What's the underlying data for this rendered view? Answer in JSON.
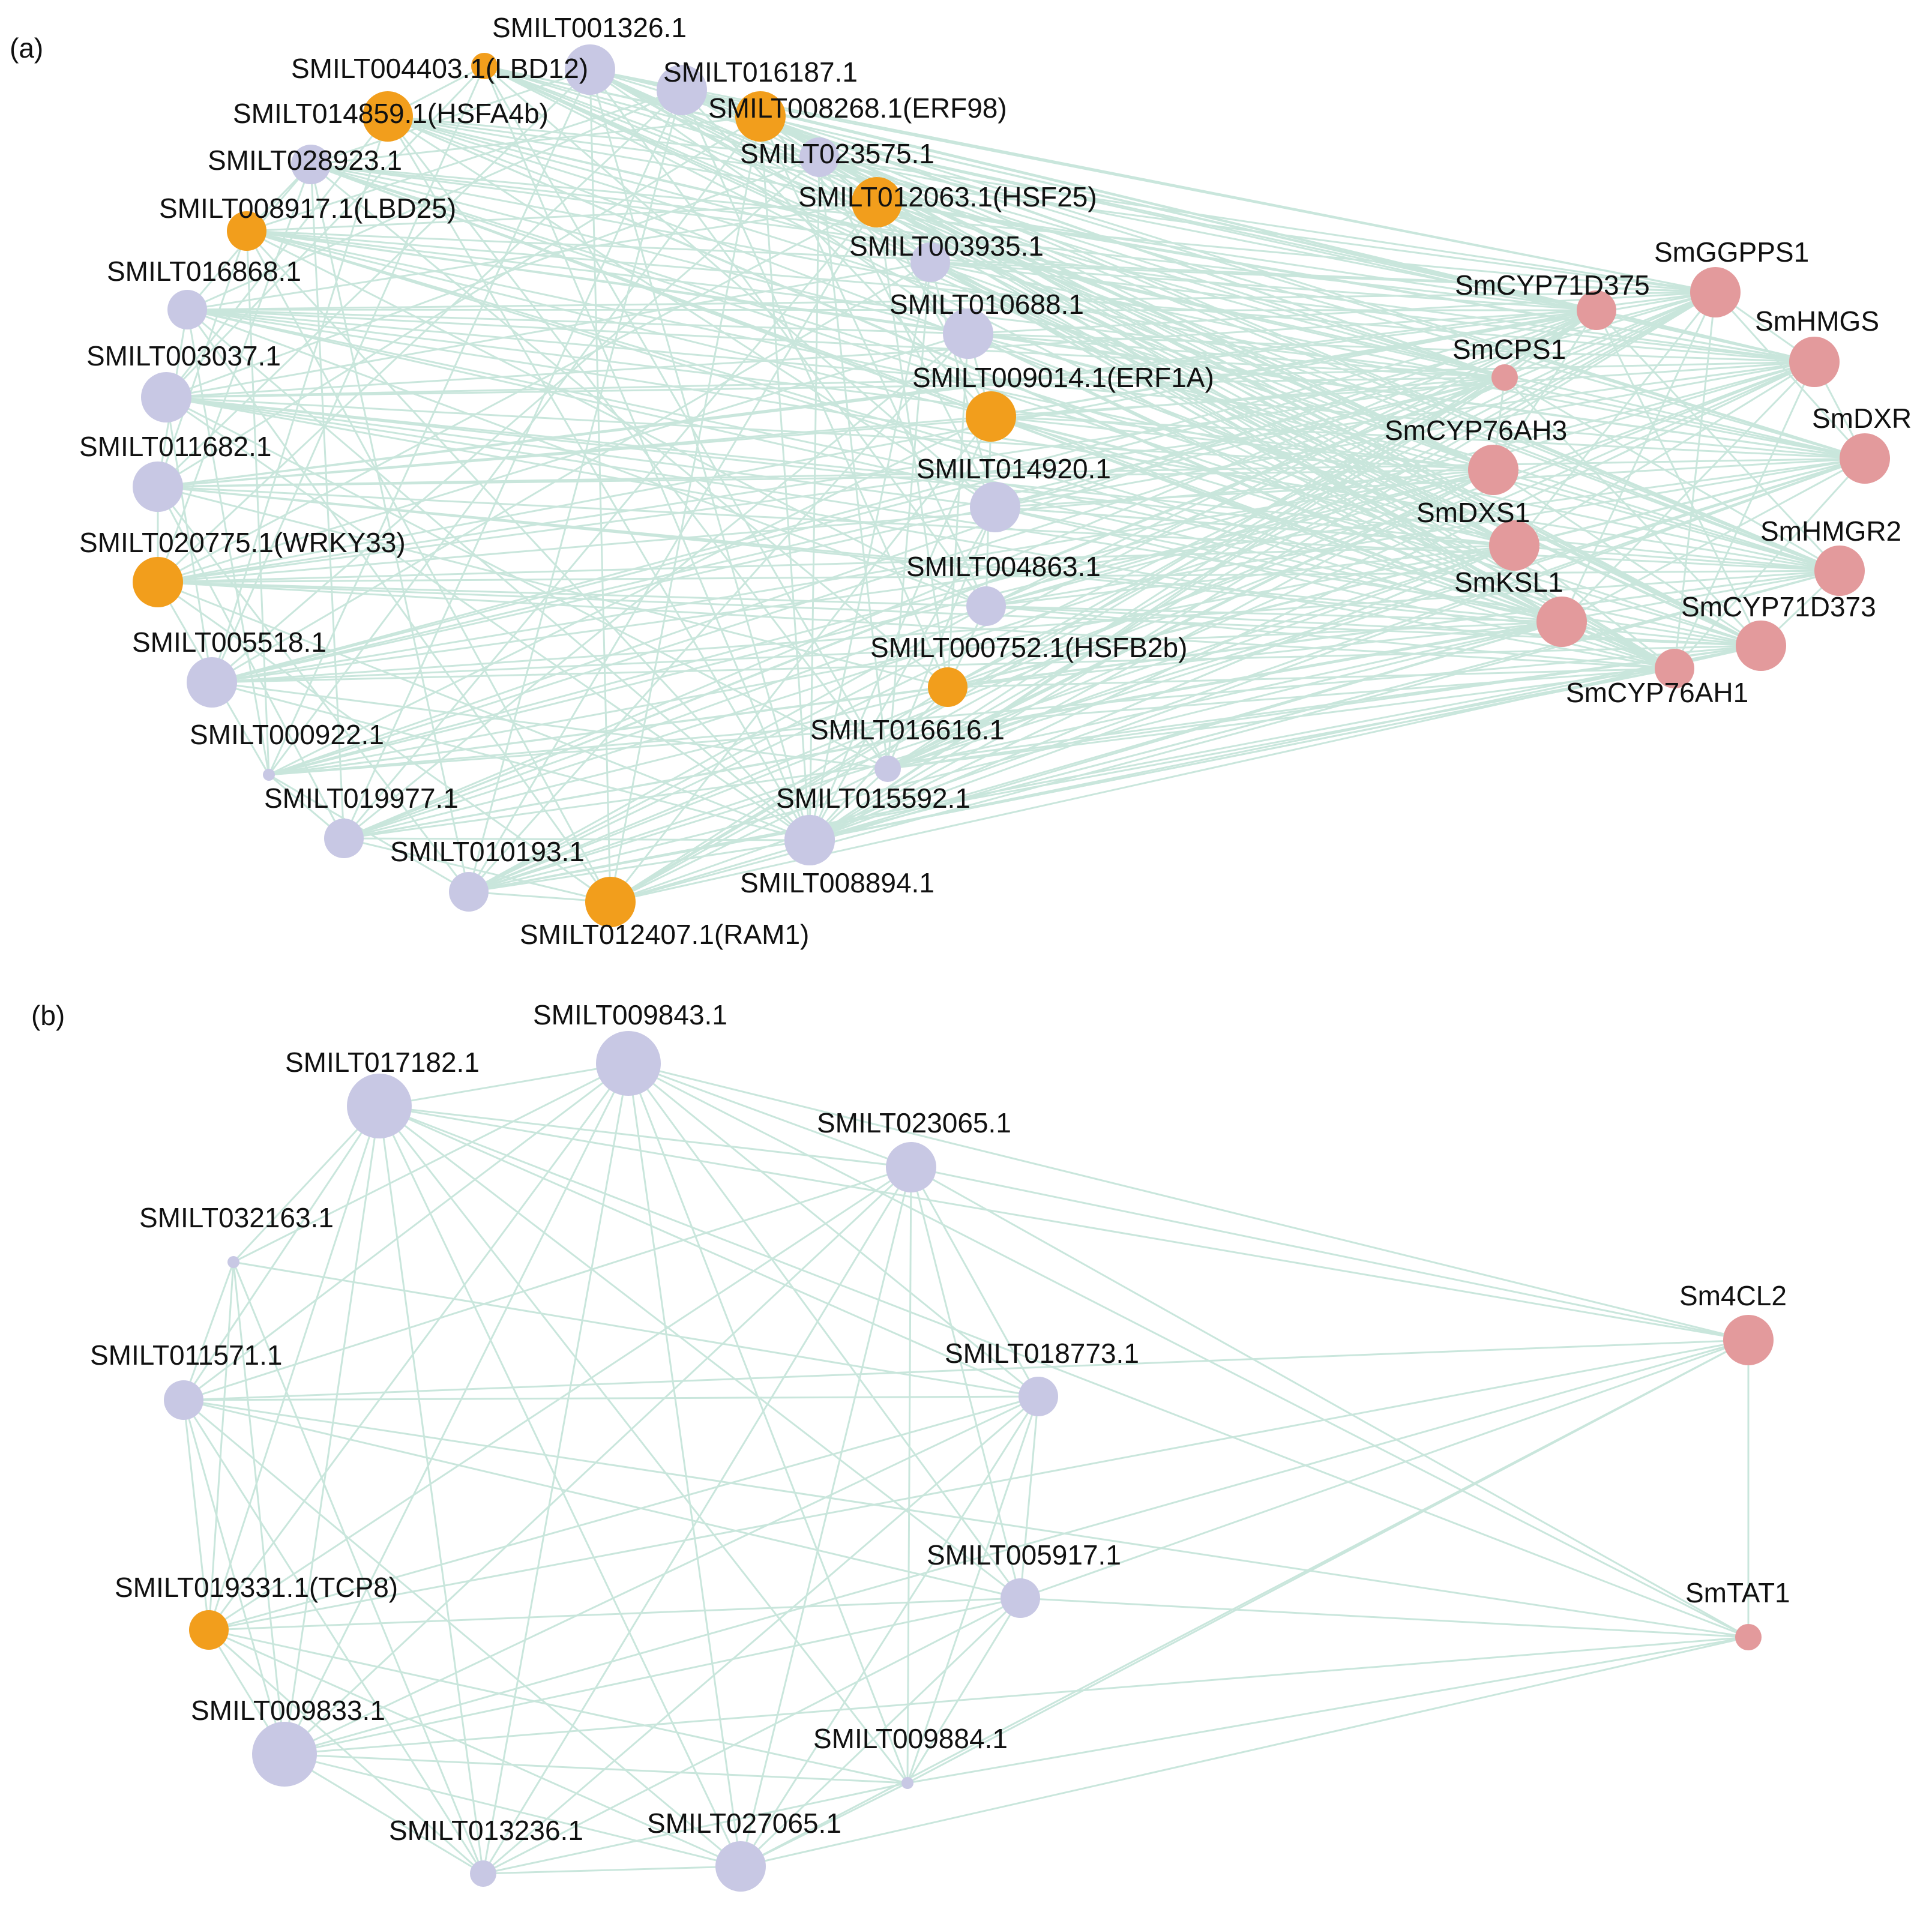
{
  "colors": {
    "edge": "#c9e6dc",
    "regulator": "#c8c8e4",
    "transcription_factor": "#f29e1c",
    "pathway_gene": "#e39a9c"
  },
  "panels": [
    {
      "id": "a",
      "label": "(a)",
      "nodes": [
        {
          "id": "SMILT004403.1",
          "label": "SMILT004403.1(LBD12)",
          "kind": "transcription_factor",
          "degree": "small"
        },
        {
          "id": "SMILT001326.1",
          "label": "SMILT001326.1",
          "kind": "regulator",
          "degree": "large"
        },
        {
          "id": "SMILT016187.1",
          "label": "SMILT016187.1",
          "kind": "regulator",
          "degree": "large"
        },
        {
          "id": "SMILT014859.1",
          "label": "SMILT014859.1(HSFA4b)",
          "kind": "transcription_factor",
          "degree": "large"
        },
        {
          "id": "SMILT008268.1",
          "label": "SMILT008268.1(ERF98)",
          "kind": "transcription_factor",
          "degree": "large"
        },
        {
          "id": "SMILT028923.1",
          "label": "SMILT028923.1",
          "kind": "regulator",
          "degree": "medium"
        },
        {
          "id": "SMILT023575.1",
          "label": "SMILT023575.1",
          "kind": "regulator",
          "degree": "medium"
        },
        {
          "id": "SMILT008917.1",
          "label": "SMILT008917.1(LBD25)",
          "kind": "transcription_factor",
          "degree": "medium"
        },
        {
          "id": "SMILT012063.1",
          "label": "SMILT012063.1(HSF25)",
          "kind": "transcription_factor",
          "degree": "large"
        },
        {
          "id": "SMILT003935.1",
          "label": "SMILT003935.1",
          "kind": "regulator",
          "degree": "medium"
        },
        {
          "id": "SMILT016868.1",
          "label": "SMILT016868.1",
          "kind": "regulator",
          "degree": "medium"
        },
        {
          "id": "SMILT010688.1",
          "label": "SMILT010688.1",
          "kind": "regulator",
          "degree": "large"
        },
        {
          "id": "SMILT003037.1",
          "label": "SMILT003037.1",
          "kind": "regulator",
          "degree": "large"
        },
        {
          "id": "SMILT009014.1",
          "label": "SMILT009014.1(ERF1A)",
          "kind": "transcription_factor",
          "degree": "large"
        },
        {
          "id": "SMILT011682.1",
          "label": "SMILT011682.1",
          "kind": "regulator",
          "degree": "large"
        },
        {
          "id": "SMILT014920.1",
          "label": "SMILT014920.1",
          "kind": "regulator",
          "degree": "large"
        },
        {
          "id": "SMILT020775.1",
          "label": "SMILT020775.1(WRKY33)",
          "kind": "transcription_factor",
          "degree": "large"
        },
        {
          "id": "SMILT004863.1",
          "label": "SMILT004863.1",
          "kind": "regulator",
          "degree": "medium"
        },
        {
          "id": "SMILT005518.1",
          "label": "SMILT005518.1",
          "kind": "regulator",
          "degree": "large"
        },
        {
          "id": "SMILT000752.1",
          "label": "SMILT000752.1(HSFB2b)",
          "kind": "transcription_factor",
          "degree": "medium"
        },
        {
          "id": "SMILT000922.1",
          "label": "SMILT000922.1",
          "kind": "regulator",
          "degree": "tiny"
        },
        {
          "id": "SMILT016616.1",
          "label": "SMILT016616.1",
          "kind": "regulator",
          "degree": "small"
        },
        {
          "id": "SMILT019977.1",
          "label": "SMILT019977.1",
          "kind": "regulator",
          "degree": "medium"
        },
        {
          "id": "SMILT015592.1",
          "label": "SMILT015592.1",
          "kind": "regulator",
          "degree": "large"
        },
        {
          "id": "SMILT008894.1",
          "label": "SMILT008894.1",
          "kind": "regulator",
          "degree": "large"
        },
        {
          "id": "SMILT010193.1",
          "label": "SMILT010193.1",
          "kind": "regulator",
          "degree": "medium"
        },
        {
          "id": "SMILT012407.1",
          "label": "SMILT012407.1(RAM1)",
          "kind": "transcription_factor",
          "degree": "large"
        },
        {
          "id": "SmGGPPS1",
          "label": "SmGGPPS1",
          "kind": "pathway_gene",
          "degree": "large"
        },
        {
          "id": "SmCYP71D375",
          "label": "SmCYP71D375",
          "kind": "pathway_gene",
          "degree": "medium"
        },
        {
          "id": "SmHMGS",
          "label": "SmHMGS",
          "kind": "pathway_gene",
          "degree": "large"
        },
        {
          "id": "SmCPS1",
          "label": "SmCPS1",
          "kind": "pathway_gene",
          "degree": "small"
        },
        {
          "id": "SmDXR",
          "label": "SmDXR",
          "kind": "pathway_gene",
          "degree": "large"
        },
        {
          "id": "SmCYP76AH3",
          "label": "SmCYP76AH3",
          "kind": "pathway_gene",
          "degree": "large"
        },
        {
          "id": "SmDXS1",
          "label": "SmDXS1",
          "kind": "pathway_gene",
          "degree": "large"
        },
        {
          "id": "SmHMGR2",
          "label": "SmHMGR2",
          "kind": "pathway_gene",
          "degree": "large"
        },
        {
          "id": "SmKSL1",
          "label": "SmKSL1",
          "kind": "pathway_gene",
          "degree": "large"
        },
        {
          "id": "SmCYP71D373",
          "label": "SmCYP71D373",
          "kind": "pathway_gene",
          "degree": "large"
        },
        {
          "id": "SmCYP76AH1",
          "label": "SmCYP76AH1",
          "kind": "pathway_gene",
          "degree": "medium"
        }
      ]
    },
    {
      "id": "b",
      "label": "(b)",
      "nodes": [
        {
          "id": "SMILT009843.1",
          "label": "SMILT009843.1",
          "kind": "regulator",
          "degree": "xlarge"
        },
        {
          "id": "SMILT017182.1",
          "label": "SMILT017182.1",
          "kind": "regulator",
          "degree": "xlarge"
        },
        {
          "id": "SMILT023065.1",
          "label": "SMILT023065.1",
          "kind": "regulator",
          "degree": "large"
        },
        {
          "id": "SMILT032163.1",
          "label": "SMILT032163.1",
          "kind": "regulator",
          "degree": "tiny"
        },
        {
          "id": "Sm4CL2",
          "label": "Sm4CL2",
          "kind": "pathway_gene",
          "degree": "large"
        },
        {
          "id": "SMILT011571.1",
          "label": "SMILT011571.1",
          "kind": "regulator",
          "degree": "medium"
        },
        {
          "id": "SMILT018773.1",
          "label": "SMILT018773.1",
          "kind": "regulator",
          "degree": "medium"
        },
        {
          "id": "SMILT005917.1",
          "label": "SMILT005917.1",
          "kind": "regulator",
          "degree": "medium"
        },
        {
          "id": "SmTAT1",
          "label": "SmTAT1",
          "kind": "pathway_gene",
          "degree": "small"
        },
        {
          "id": "SMILT019331.1",
          "label": "SMILT019331.1(TCP8)",
          "kind": "transcription_factor",
          "degree": "medium"
        },
        {
          "id": "SMILT009833.1",
          "label": "SMILT009833.1",
          "kind": "regulator",
          "degree": "xlarge"
        },
        {
          "id": "SMILT009884.1",
          "label": "SMILT009884.1",
          "kind": "regulator",
          "degree": "tiny"
        },
        {
          "id": "SMILT013236.1",
          "label": "SMILT013236.1",
          "kind": "regulator",
          "degree": "small"
        },
        {
          "id": "SMILT027065.1",
          "label": "SMILT027065.1",
          "kind": "regulator",
          "degree": "large"
        }
      ],
      "edges": [
        [
          "SMILT017182.1",
          "SMILT009843.1"
        ],
        [
          "SMILT017182.1",
          "SMILT023065.1"
        ],
        [
          "SMILT017182.1",
          "Sm4CL2"
        ],
        [
          "SMILT017182.1",
          "SMILT018773.1"
        ],
        [
          "SMILT017182.1",
          "SMILT005917.1"
        ],
        [
          "SMILT017182.1",
          "SmTAT1"
        ],
        [
          "SMILT017182.1",
          "SMILT011571.1"
        ],
        [
          "SMILT017182.1",
          "SMILT032163.1"
        ],
        [
          "SMILT017182.1",
          "SMILT019331.1"
        ],
        [
          "SMILT017182.1",
          "SMILT009833.1"
        ],
        [
          "SMILT017182.1",
          "SMILT009884.1"
        ],
        [
          "SMILT017182.1",
          "SMILT013236.1"
        ],
        [
          "SMILT017182.1",
          "SMILT027065.1"
        ],
        [
          "SMILT009843.1",
          "SMILT023065.1"
        ],
        [
          "SMILT009843.1",
          "Sm4CL2"
        ],
        [
          "SMILT009843.1",
          "SMILT018773.1"
        ],
        [
          "SMILT009843.1",
          "SMILT005917.1"
        ],
        [
          "SMILT009843.1",
          "SmTAT1"
        ],
        [
          "SMILT009843.1",
          "SMILT011571.1"
        ],
        [
          "SMILT009843.1",
          "SMILT032163.1"
        ],
        [
          "SMILT009843.1",
          "SMILT019331.1"
        ],
        [
          "SMILT009843.1",
          "SMILT009833.1"
        ],
        [
          "SMILT009843.1",
          "SMILT009884.1"
        ],
        [
          "SMILT009843.1",
          "SMILT013236.1"
        ],
        [
          "SMILT009843.1",
          "SMILT027065.1"
        ],
        [
          "SMILT023065.1",
          "Sm4CL2"
        ],
        [
          "SMILT023065.1",
          "SMILT018773.1"
        ],
        [
          "SMILT023065.1",
          "SMILT005917.1"
        ],
        [
          "SMILT023065.1",
          "SmTAT1"
        ],
        [
          "SMILT023065.1",
          "SMILT011571.1"
        ],
        [
          "SMILT023065.1",
          "SMILT019331.1"
        ],
        [
          "SMILT023065.1",
          "SMILT009833.1"
        ],
        [
          "SMILT023065.1",
          "SMILT009884.1"
        ],
        [
          "SMILT023065.1",
          "SMILT013236.1"
        ],
        [
          "SMILT023065.1",
          "SMILT027065.1"
        ],
        [
          "Sm4CL2",
          "SmTAT1"
        ],
        [
          "Sm4CL2",
          "SMILT011571.1"
        ],
        [
          "Sm4CL2",
          "SMILT005917.1"
        ],
        [
          "Sm4CL2",
          "SMILT009833.1"
        ],
        [
          "Sm4CL2",
          "SMILT019331.1"
        ],
        [
          "Sm4CL2",
          "SMILT009884.1"
        ],
        [
          "Sm4CL2",
          "SMILT027065.1"
        ],
        [
          "SMILT011571.1",
          "SMILT018773.1"
        ],
        [
          "SMILT011571.1",
          "SMILT005917.1"
        ],
        [
          "SMILT011571.1",
          "SMILT019331.1"
        ],
        [
          "SMILT011571.1",
          "SMILT009833.1"
        ],
        [
          "SMILT011571.1",
          "SMILT013236.1"
        ],
        [
          "SMILT011571.1",
          "SMILT027065.1"
        ],
        [
          "SMILT011571.1",
          "SMILT032163.1"
        ],
        [
          "SMILT011571.1",
          "SmTAT1"
        ],
        [
          "SMILT032163.1",
          "SMILT019331.1"
        ],
        [
          "SMILT032163.1",
          "SMILT009833.1"
        ],
        [
          "SMILT032163.1",
          "SMILT018773.1"
        ],
        [
          "SMILT032163.1",
          "SMILT013236.1"
        ],
        [
          "SMILT018773.1",
          "SMILT005917.1"
        ],
        [
          "SMILT018773.1",
          "SMILT009833.1"
        ],
        [
          "SMILT018773.1",
          "SMILT019331.1"
        ],
        [
          "SMILT018773.1",
          "SMILT009884.1"
        ],
        [
          "SMILT018773.1",
          "SMILT027065.1"
        ],
        [
          "SMILT018773.1",
          "SMILT013236.1"
        ],
        [
          "SMILT005917.1",
          "SmTAT1"
        ],
        [
          "SMILT005917.1",
          "SMILT009833.1"
        ],
        [
          "SMILT005917.1",
          "SMILT019331.1"
        ],
        [
          "SMILT005917.1",
          "SMILT009884.1"
        ],
        [
          "SMILT005917.1",
          "SMILT013236.1"
        ],
        [
          "SMILT005917.1",
          "SMILT027065.1"
        ],
        [
          "SmTAT1",
          "SMILT009833.1"
        ],
        [
          "SmTAT1",
          "SMILT009884.1"
        ],
        [
          "SmTAT1",
          "SMILT027065.1"
        ],
        [
          "SMILT019331.1",
          "SMILT009833.1"
        ],
        [
          "SMILT019331.1",
          "SMILT013236.1"
        ],
        [
          "SMILT019331.1",
          "SMILT027065.1"
        ],
        [
          "SMILT019331.1",
          "SMILT009884.1"
        ],
        [
          "SMILT009833.1",
          "SMILT013236.1"
        ],
        [
          "SMILT009833.1",
          "SMILT027065.1"
        ],
        [
          "SMILT009833.1",
          "SMILT009884.1"
        ],
        [
          "SMILT013236.1",
          "SMILT027065.1"
        ],
        [
          "SMILT013236.1",
          "SMILT009884.1"
        ],
        [
          "SMILT027065.1",
          "SMILT009884.1"
        ]
      ]
    }
  ]
}
